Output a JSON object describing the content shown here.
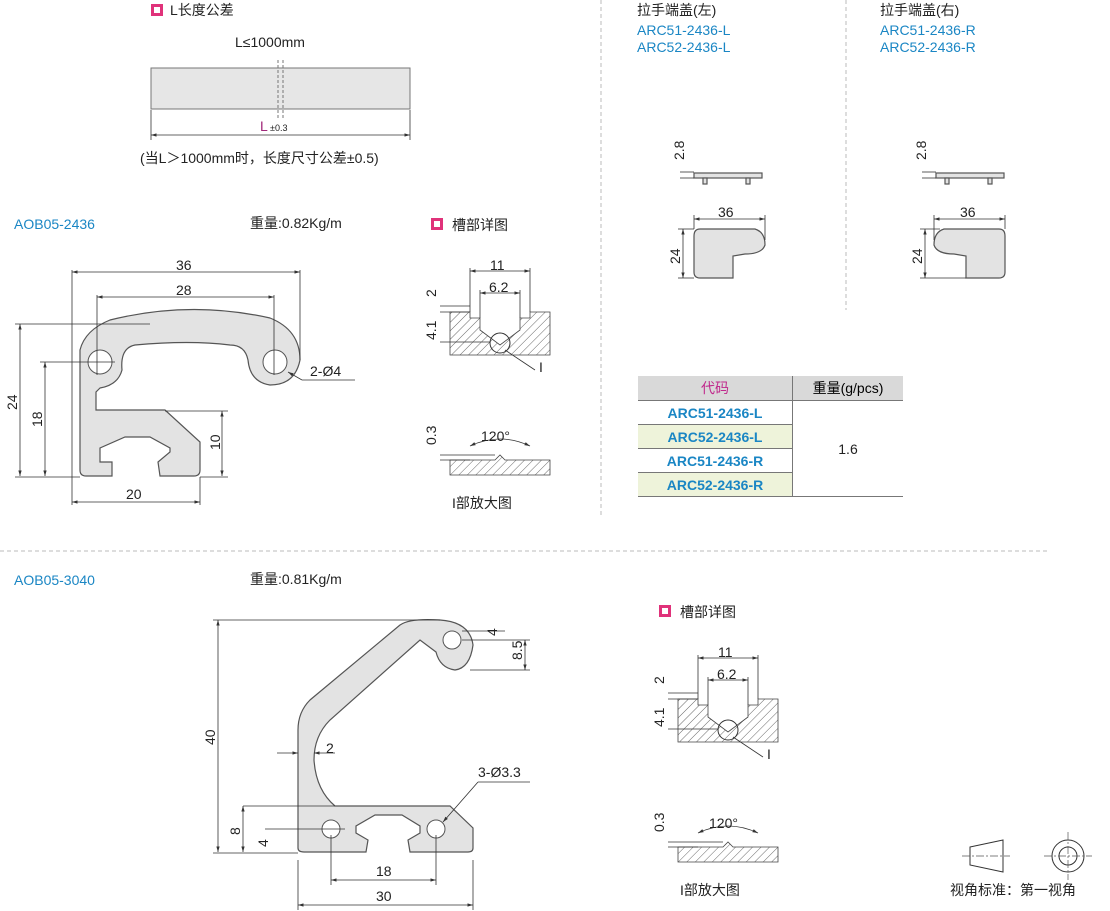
{
  "length_tolerance": {
    "title": "L长度公差",
    "max_length": "L≤1000mm",
    "l_label": "L",
    "tolerance": "±0.3",
    "note": "(当L＞1000mm时，长度尺寸公差±0.5)"
  },
  "handle_caps": {
    "left": {
      "title": "拉手端盖(左)",
      "codes": [
        "ARC51-2436-L",
        "ARC52-2436-L"
      ],
      "dims": [
        "2.8",
        "36",
        "24"
      ]
    },
    "right": {
      "title": "拉手端盖(右)",
      "codes": [
        "ARC51-2436-R",
        "ARC52-2436-R"
      ],
      "dims": [
        "2.8",
        "36",
        "24"
      ]
    }
  },
  "profile_2436": {
    "code": "AOB05-2436",
    "weight": "重量:0.82Kg/m",
    "dims": [
      "36",
      "28",
      "24",
      "18",
      "10",
      "20",
      "2-Ø4"
    ]
  },
  "profile_3040": {
    "code": "AOB05-3040",
    "weight": "重量:0.81Kg/m",
    "dims": [
      "4",
      "8.5",
      "40",
      "2",
      "3-Ø3.3",
      "8",
      "4",
      "18",
      "30"
    ]
  },
  "slot_detail": {
    "title": "槽部详图",
    "dims": [
      "11",
      "6.2",
      "2",
      "4.1",
      "I"
    ],
    "enlarged_dims": [
      "0.3",
      "120°"
    ],
    "enlarged_label": "I部放大图"
  },
  "weight_table": {
    "headers": [
      "代码",
      "重量(g/pcs)"
    ],
    "rows": [
      "ARC51-2436-L",
      "ARC52-2436-L",
      "ARC51-2436-R",
      "ARC52-2436-R"
    ],
    "value": "1.6"
  },
  "projection": {
    "label": "视角标准：第一视角"
  },
  "colors": {
    "accent": "#1a86c4",
    "marker": "#e0327a"
  }
}
